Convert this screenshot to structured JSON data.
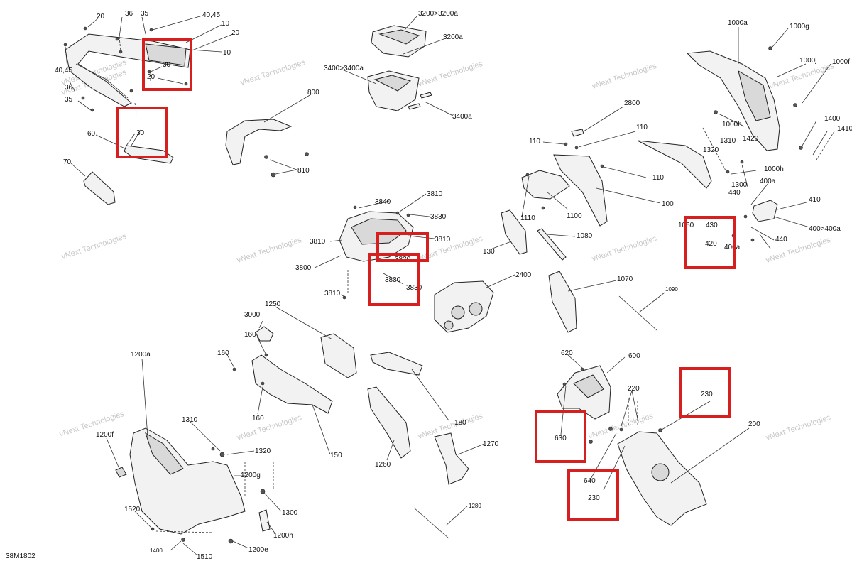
{
  "diagram": {
    "code": "38M1802",
    "watermark": "vNext Technologies",
    "colors": {
      "highlight": "#d61f1f",
      "ink": "#222222",
      "watermark": "#c8c8c8"
    },
    "labels": {
      "l20a": "20",
      "l36a": "36",
      "l35a": "35",
      "l4045a": "40,45",
      "l10a": "10",
      "l20b": "20",
      "l10b": "10",
      "l4045b": "40,45",
      "l36b": "36",
      "l35b": "35",
      "l30a": "30",
      "l20c": "20",
      "l30b": "30",
      "l60": "60",
      "l70": "70",
      "l3200x": "3200>3200a",
      "l3200a": "3200a",
      "l3400x": "3400>3400a",
      "l3400a": "3400a",
      "l800": "800",
      "l810": "810",
      "l3840": "3840",
      "l3810a": "3810",
      "l3830a": "3830",
      "l3810b": "3810",
      "l3810c": "3810",
      "l3820": "3820",
      "l3800": "3800",
      "l3830b": "3830",
      "l3830c": "3830",
      "l3810d": "3810",
      "l2800": "2800",
      "l110a": "110",
      "l110b": "110",
      "l110c": "110",
      "l1110": "1110",
      "l1100": "1100",
      "l100": "100",
      "l130": "130",
      "l1080": "1080",
      "l2400": "2400",
      "l1070": "1070",
      "l1090": "1090",
      "l1000a": "1000a",
      "l1000g": "1000g",
      "l1000j": "1000j",
      "l1000f": "1000f",
      "l1000h": "1000h",
      "l1310a": "1310",
      "l1420": "1420",
      "l1320a": "1320",
      "l1400": "1400",
      "l1410": "1410",
      "l1000hb": "1000h",
      "l1300a": "1300",
      "l440a": "440",
      "l400a": "400a",
      "l410": "410",
      "l1060": "1060",
      "l430": "430",
      "l420": "420",
      "l400x": "400>400a",
      "l440b": "440",
      "l400a2": "400a",
      "l1250": "1250",
      "l3000": "3000",
      "l160a": "160",
      "l160b": "160",
      "l160c": "160",
      "l150": "150",
      "l180": "180",
      "l1260": "1260",
      "l1270": "1270",
      "l1280": "1280",
      "l1200a": "1200a",
      "l1200f": "1200f",
      "l1310b": "1310",
      "l1320b": "1320",
      "l1200g": "1200g",
      "l1300b": "1300",
      "l1200h": "1200h",
      "l1520": "1520",
      "l1400b": "1400",
      "l1510": "1510",
      "l1200e": "1200e",
      "l620": "620",
      "l600": "600",
      "l220": "220",
      "l230a": "230",
      "l200": "200",
      "l630": "630",
      "l640": "640",
      "l230b": "230"
    }
  }
}
